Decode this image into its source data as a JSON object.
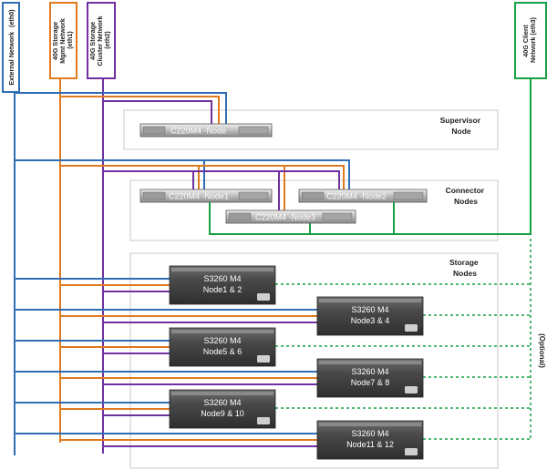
{
  "colors": {
    "external": "#2f6eb5",
    "mgmt": "#e07a1f",
    "cluster": "#7030a0",
    "client": "#15a045",
    "group_border": "#c8c8c8",
    "storage_body": "#4a4a4a"
  },
  "networks": {
    "external": {
      "line1": "External Network",
      "line2": "(eth0)"
    },
    "mgmt": {
      "line1": "40G Storage",
      "line2": "Mgmt Network",
      "line3": "(eth1)"
    },
    "cluster": {
      "line1": "40G Storage",
      "line2": "Cluster Network",
      "line3": "(eth2)"
    },
    "client": {
      "line1": "40G Client",
      "line2": "Network (eth3)"
    }
  },
  "groups": {
    "supervisor": {
      "line1": "Supervisor",
      "line2": "Node"
    },
    "connector": {
      "line1": "Connector",
      "line2": "Nodes"
    },
    "storage": {
      "line1": "Storage",
      "line2": "Nodes"
    }
  },
  "supervisor_node": {
    "label": "C220M4 -Node"
  },
  "connector_nodes": [
    {
      "label": "C220M4 -Node1"
    },
    {
      "label": "C220M4 -Node2"
    },
    {
      "label": "C220M4 -Node3"
    }
  ],
  "storage_nodes": [
    {
      "model": "S3260 M4",
      "name": "Node1 & 2"
    },
    {
      "model": "S3260 M4",
      "name": "Node3 & 4"
    },
    {
      "model": "S3260 M4",
      "name": "Node5 & 6"
    },
    {
      "model": "S3260 M4",
      "name": "Node7 & 8"
    },
    {
      "model": "S3260 M4",
      "name": "Node9 & 10"
    },
    {
      "model": "S3260 M4",
      "name": "Node11 & 12"
    }
  ],
  "optional_label": "(Optional)"
}
